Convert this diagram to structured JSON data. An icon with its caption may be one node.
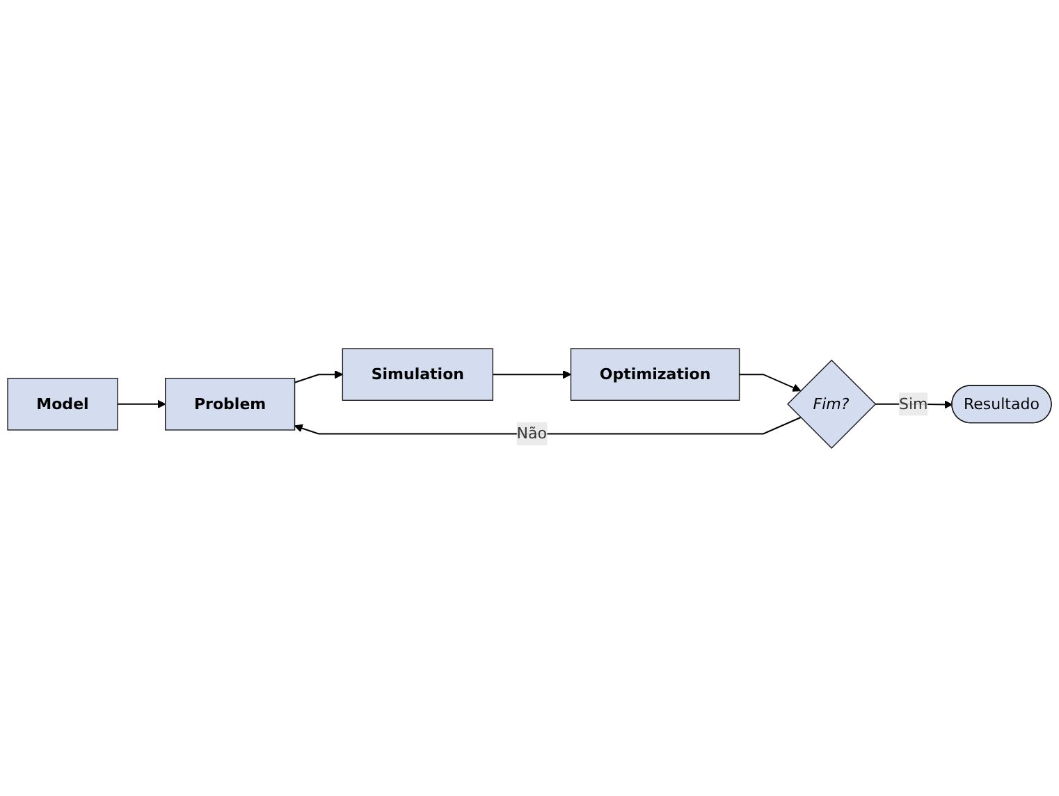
{
  "diagram": {
    "nodes": [
      {
        "text": [
          "Model"
        ]
      },
      {
        "text": [
          "Problem"
        ]
      },
      {
        "text": [
          "Simulation"
        ]
      },
      {
        "text": [
          "Optimization"
        ]
      },
      {
        "text": [
          "Fim?"
        ]
      },
      {
        "text": [
          "Resultado"
        ]
      }
    ],
    "edges": [
      {
        "from": 0,
        "to": 1,
        "arrow": "to"
      },
      {
        "from": 1,
        "to": 2,
        "arrow": "to"
      },
      {
        "from": 2,
        "to": 3,
        "arrow": "to"
      },
      {
        "from": 3,
        "to": 4,
        "arrow": "to"
      },
      {
        "from": 4,
        "to": 1,
        "arrow": "to",
        "label": "Não"
      },
      {
        "from": 4,
        "to": 5,
        "arrow": "to",
        "label": "Sim"
      }
    ]
  }
}
